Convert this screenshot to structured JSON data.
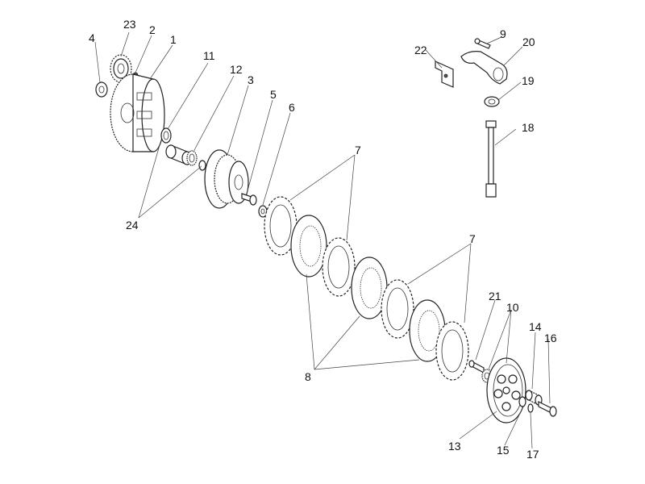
{
  "diagram": {
    "callouts": {
      "c1": "1",
      "c2": "2",
      "c3": "3",
      "c4": "4",
      "c5": "5",
      "c6": "6",
      "c7a": "7",
      "c7b": "7",
      "c8": "8",
      "c9": "9",
      "c10": "10",
      "c11": "11",
      "c12": "12",
      "c13": "13",
      "c14": "14",
      "c15": "15",
      "c16": "16",
      "c17": "17",
      "c18": "18",
      "c19": "19",
      "c20": "20",
      "c21": "21",
      "c22": "22",
      "c23": "23",
      "c24": "24"
    }
  }
}
